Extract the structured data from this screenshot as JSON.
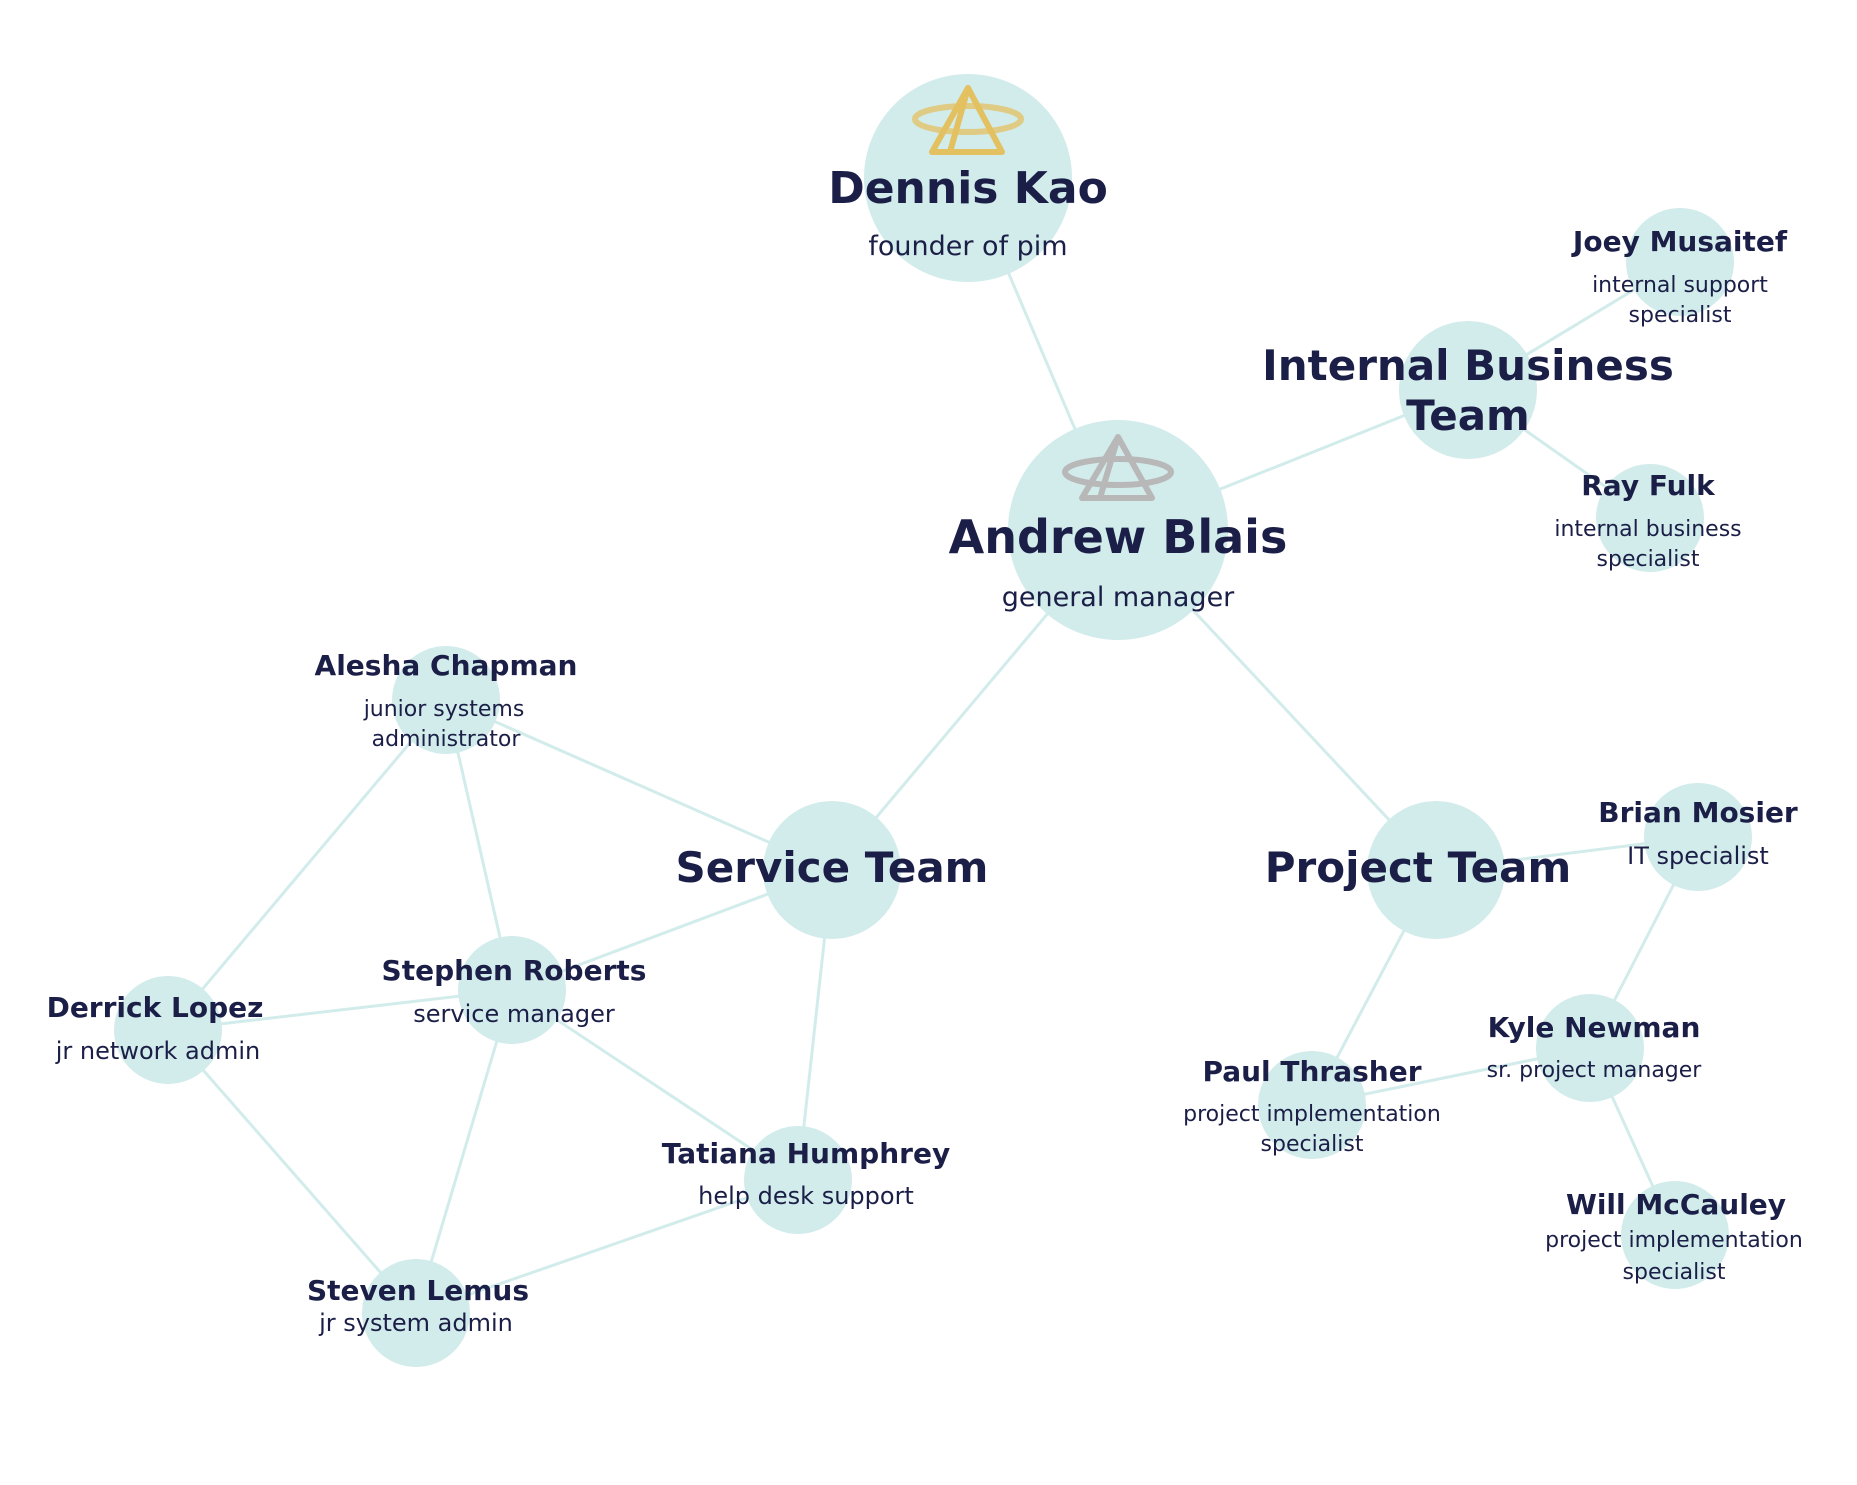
{
  "colors": {
    "node_fill": "#d2eceb",
    "edge": "#d2eceb",
    "text": "#1b1f47",
    "logo_gold": "#e3c060",
    "logo_gray": "#b8b8b8"
  },
  "nodes": {
    "dennis": {
      "name": "Dennis Kao",
      "role": "founder of pim",
      "icon": "pim-logo-icon-gold"
    },
    "andrew": {
      "name": "Andrew Blais",
      "role": "general manager",
      "icon": "pim-logo-icon-gray"
    },
    "internal_team": {
      "name_lines": [
        "Internal Business",
        "Team"
      ]
    },
    "joey": {
      "name": "Joey Musaitef",
      "role_lines": [
        "internal support",
        "specialist"
      ]
    },
    "ray": {
      "name": "Ray Fulk",
      "role_lines": [
        "internal business",
        "specialist"
      ]
    },
    "alesha": {
      "name": "Alesha Chapman",
      "role_lines": [
        "junior systems",
        "administrator"
      ]
    },
    "service_team": {
      "name": "Service Team"
    },
    "project_team": {
      "name": "Project Team"
    },
    "brian": {
      "name": "Brian Mosier",
      "role": "IT specialist"
    },
    "stephen": {
      "name": "Stephen Roberts",
      "role": "service manager"
    },
    "derrick": {
      "name": "Derrick Lopez",
      "role": "jr network admin"
    },
    "kyle": {
      "name": "Kyle Newman",
      "role": "sr. project manager"
    },
    "paul": {
      "name": "Paul Thrasher",
      "role_lines": [
        "project implementation",
        "specialist"
      ]
    },
    "tatiana": {
      "name": "Tatiana Humphrey",
      "role": "help desk support"
    },
    "will": {
      "name": "Will McCauley",
      "role_lines": [
        "project implementation",
        "specialist"
      ]
    },
    "steven": {
      "name": "Steven Lemus",
      "role": "jr system admin"
    }
  }
}
